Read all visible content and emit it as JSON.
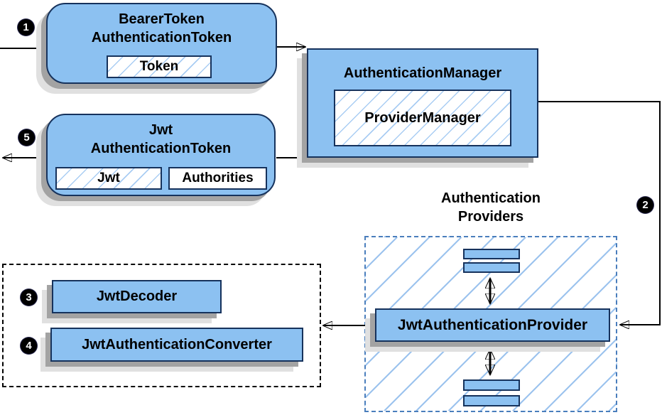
{
  "steps": {
    "s1": "1",
    "s2": "2",
    "s3": "3",
    "s4": "4",
    "s5": "5"
  },
  "nodes": {
    "bearer_token": {
      "title_line1": "BearerToken",
      "title_line2": "AuthenticationToken",
      "chip": "Token"
    },
    "authentication_manager": {
      "title": "AuthenticationManager",
      "chip": "ProviderManager"
    },
    "jwt_token": {
      "title_line1": "Jwt",
      "title_line2": "AuthenticationToken",
      "chip_jwt": "Jwt",
      "chip_authorities": "Authorities"
    },
    "providers_group": {
      "label_line1": "Authentication",
      "label_line2": "Providers"
    },
    "jwt_authentication_provider": {
      "title": "JwtAuthenticationProvider"
    },
    "jwt_decoder": {
      "title": "JwtDecoder"
    },
    "jwt_authentication_converter": {
      "title": "JwtAuthenticationConverter"
    }
  },
  "colors": {
    "node_fill": "#8CC1F1",
    "node_border": "#16325C",
    "hatch_line": "#A9CDF3",
    "providers_dashed_border": "#4A7EBC",
    "converter_dashed_border": "#000000",
    "shadow_dark": "#A3A3A3",
    "shadow_light": "#E0E0E0",
    "connector": "#000000",
    "badge_background": "#000000",
    "badge_text": "#FFFFFF"
  }
}
